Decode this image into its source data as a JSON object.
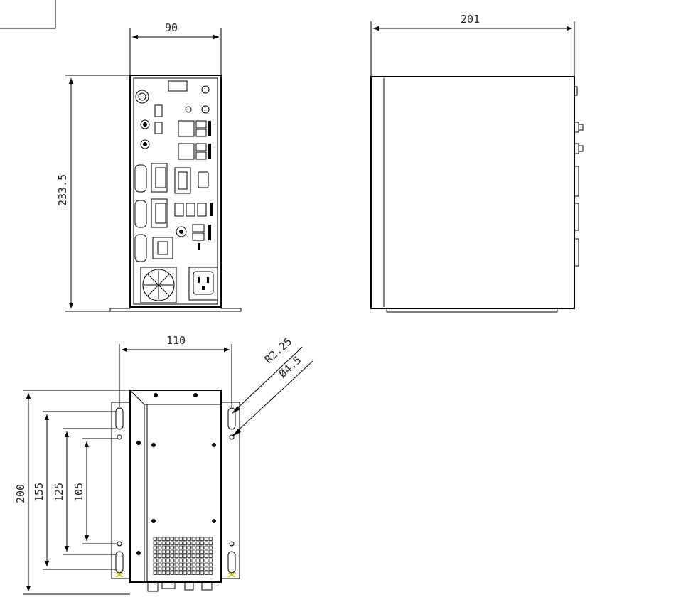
{
  "front_view": {
    "width_label": "90",
    "height_label": "233.5"
  },
  "side_view": {
    "depth_label": "201"
  },
  "bottom_view": {
    "bracket_width_label": "110",
    "length_labels": [
      "200",
      "155",
      "125",
      "105"
    ],
    "slot_radius_label": "R2.25",
    "hole_diameter_label": "Ø4.5"
  },
  "colors": {
    "line": "#000000",
    "background": "#ffffff",
    "marker": "#c8c800"
  }
}
